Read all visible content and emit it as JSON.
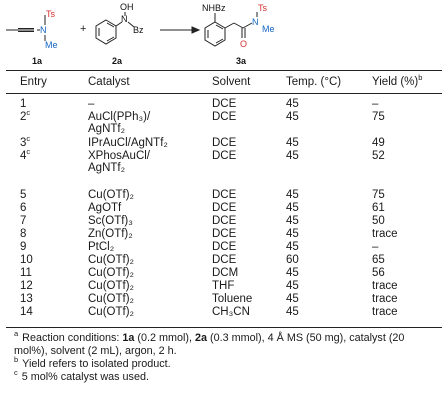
{
  "scheme": {
    "reactant1_label": "1a",
    "reactant2_label": "2a",
    "product_label": "3a",
    "plus": "+",
    "ts": "Ts",
    "n": "N",
    "me": "Me",
    "oh": "OH",
    "bz": "Bz",
    "nhbz": "NHBz",
    "o": "O"
  },
  "table": {
    "headers": {
      "entry": "Entry",
      "catalyst": "Catalyst",
      "solvent": "Solvent",
      "temp": "Temp. (°C)",
      "yield": "Yield (%)",
      "yield_sup": "b"
    },
    "rows": [
      {
        "entry": "1",
        "entry_sup": "",
        "catalyst": "–",
        "solvent": "DCE",
        "temp": "45",
        "yield": "–"
      },
      {
        "entry": "2",
        "entry_sup": "c",
        "catalyst": "AuCl(PPh₃)/\nAgNTf₂",
        "solvent": "DCE",
        "temp": "45",
        "yield": "75"
      },
      {
        "entry": "3",
        "entry_sup": "c",
        "catalyst": "IPrAuCl/AgNTf₂",
        "solvent": "DCE",
        "temp": "45",
        "yield": "49"
      },
      {
        "entry": "4",
        "entry_sup": "c",
        "catalyst": "XPhosAuCl/\nAgNTf₂",
        "solvent": "DCE",
        "temp": "45",
        "yield": "52"
      },
      {
        "entry": "5",
        "entry_sup": "",
        "catalyst": "Cu(OTf)₂",
        "solvent": "DCE",
        "temp": "45",
        "yield": "75"
      },
      {
        "entry": "6",
        "entry_sup": "",
        "catalyst": "AgOTf",
        "solvent": "DCE",
        "temp": "45",
        "yield": "61"
      },
      {
        "entry": "7",
        "entry_sup": "",
        "catalyst": "Sc(OTf)₃",
        "solvent": "DCE",
        "temp": "45",
        "yield": "50"
      },
      {
        "entry": "8",
        "entry_sup": "",
        "catalyst": "Zn(OTf)₂",
        "solvent": "DCE",
        "temp": "45",
        "yield": "trace"
      },
      {
        "entry": "9",
        "entry_sup": "",
        "catalyst": "PtCl₂",
        "solvent": "DCE",
        "temp": "45",
        "yield": "–"
      },
      {
        "entry": "10",
        "entry_sup": "",
        "catalyst": "Cu(OTf)₂",
        "solvent": "DCE",
        "temp": "60",
        "yield": "65"
      },
      {
        "entry": "11",
        "entry_sup": "",
        "catalyst": "Cu(OTf)₂",
        "solvent": "DCM",
        "temp": "45",
        "yield": "56"
      },
      {
        "entry": "12",
        "entry_sup": "",
        "catalyst": "Cu(OTf)₂",
        "solvent": "THF",
        "temp": "45",
        "yield": "trace"
      },
      {
        "entry": "13",
        "entry_sup": "",
        "catalyst": "Cu(OTf)₂",
        "solvent": "Toluene",
        "temp": "45",
        "yield": "trace"
      },
      {
        "entry": "14",
        "entry_sup": "",
        "catalyst": "Cu(OTf)₂",
        "solvent": "CH₃CN",
        "temp": "45",
        "yield": "trace"
      }
    ]
  },
  "footnotes": [
    {
      "mark": "a",
      "text": "Reaction conditions: 1a (0.2 mmol), 2a (0.3 mmol), 4 Å MS (50 mg), catalyst (20 mol%), solvent (2 mL), argon, 2 h."
    },
    {
      "mark": "b",
      "text": "Yield refers to isolated product."
    },
    {
      "mark": "c",
      "text": "5 mol% catalyst was used."
    }
  ]
}
